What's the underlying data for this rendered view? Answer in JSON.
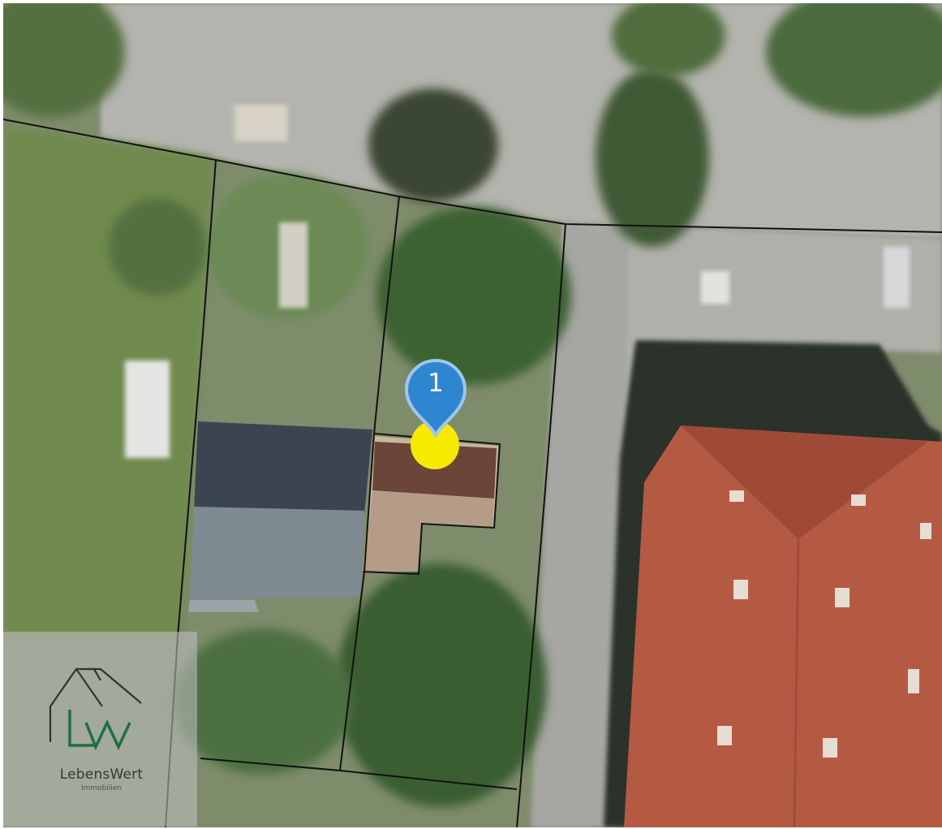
{
  "map": {
    "view": "aerial-photo",
    "overlay": "parcel-boundaries",
    "colors": {
      "parcel_line": "#111111",
      "marker_fill": "#2f86d0",
      "marker_stroke": "#9fc6ea",
      "location_dot": "#f5ea00",
      "roof_red": "#b85a42",
      "roof_dark": "#3d4650"
    },
    "marker": {
      "label": "1",
      "icon": "map-pin-icon"
    },
    "location_dot_icon": "location-dot-icon"
  },
  "logo": {
    "icon": "house-roof-logo-icon",
    "monogram": "LW",
    "name": "LebensWert",
    "subtitle": "Immobilien"
  }
}
